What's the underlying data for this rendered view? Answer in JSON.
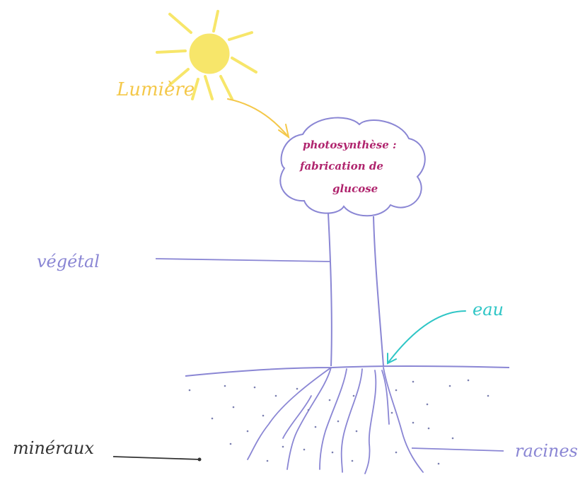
{
  "labels": {
    "lumiere": "Lumière",
    "photosynthese_line1": "photosynthèse :",
    "photosynthese_line2": "fabrication de",
    "photosynthese_line3": "glucose",
    "vegetal": "végétal",
    "eau": "eau",
    "mineraux": "minéraux",
    "racines": "racines"
  },
  "colors": {
    "sun": "#f7e66a",
    "lumiere": "#f4c84a",
    "photosynthese": "#b0256e",
    "plant": "#8a86d4",
    "eau": "#2fc6c6",
    "mineraux": "#333333",
    "soil_dots": "#7a7fb0"
  }
}
